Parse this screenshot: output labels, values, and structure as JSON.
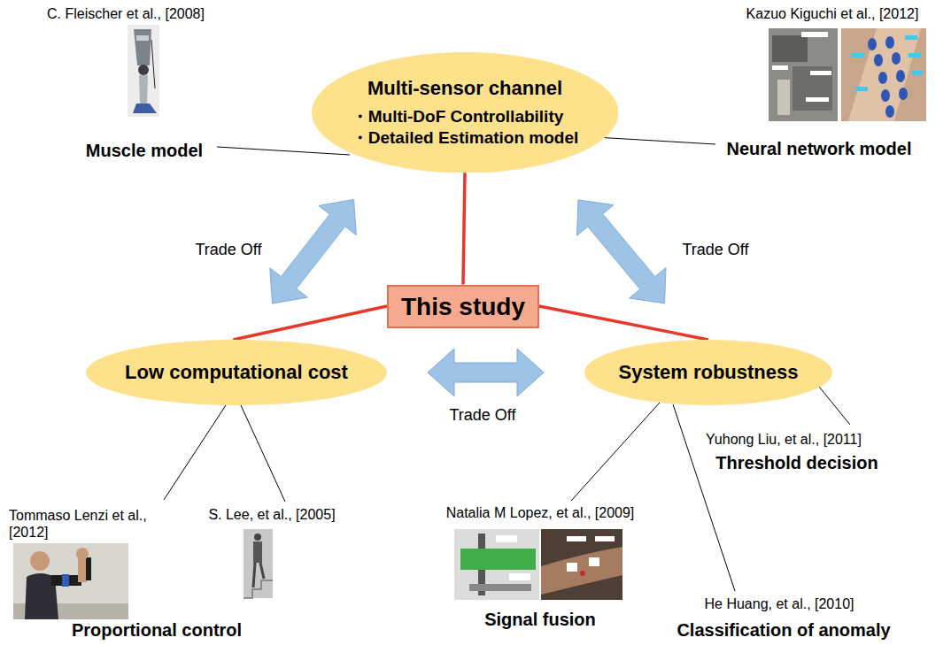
{
  "diagram": {
    "nodes": [
      {
        "text": [
          "Multi-sensor channel",
          "・Multi-DoF Controllability",
          "・Detailed Estimation model"
        ]
      },
      {
        "text": [
          "This study"
        ]
      },
      {
        "text": [
          "Low computational cost"
        ]
      },
      {
        "text": [
          "System robustness"
        ]
      }
    ],
    "edges": [
      {
        "from": 1,
        "to": 0,
        "arrow": "none"
      },
      {
        "from": 1,
        "to": 2,
        "arrow": "none"
      },
      {
        "from": 1,
        "to": 3,
        "arrow": "none"
      },
      {
        "from": 0,
        "to": 2,
        "label": "Trade Off",
        "arrow": "both"
      },
      {
        "from": 0,
        "to": 3,
        "label": "Trade Off",
        "arrow": "both"
      },
      {
        "from": 2,
        "to": 3,
        "label": "Trade Off",
        "arrow": "both"
      }
    ],
    "labels": [
      "C. Fleischer et al., [2008]",
      "Kazuo Kiguchi et al., [2012]",
      "Muscle model",
      "Neural network model",
      "Yuhong Liu, et al., [2011]",
      "Threshold decision",
      "Tommaso Lenzi et al., [2012]",
      "S. Lee, et al., [2005]",
      "Natalia M Lopez, et al., [2009]",
      "He Huang, et al., [2010]",
      "Classification of anomaly",
      "Signal fusion",
      "Proportional control"
    ]
  }
}
